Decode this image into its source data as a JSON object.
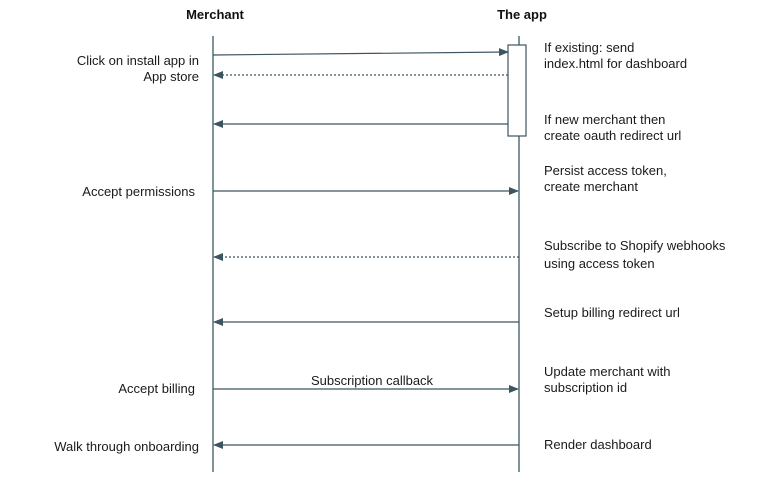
{
  "participants": {
    "merchant": "Merchant",
    "app": "The app"
  },
  "colors": {
    "line": "#3d5561",
    "lifeline": "#4a6470",
    "activation_border": "#3d5561"
  },
  "left_notes": {
    "install": [
      "Click on install app in",
      "App store"
    ],
    "permissions": [
      "Accept permissions"
    ],
    "billing": [
      "Accept billing"
    ],
    "onboarding": [
      "Walk through onboarding"
    ]
  },
  "right_notes": {
    "existing": [
      "If existing: send",
      "index.html for dashboard"
    ],
    "new_merchant": [
      "If new merchant then",
      "create oauth redirect url"
    ],
    "persist": [
      "Persist access token,",
      "create merchant"
    ],
    "webhooks": [
      "Subscribe to Shopify webhooks",
      "using access token"
    ],
    "billing_url": [
      "Setup billing redirect url"
    ],
    "update": [
      "Update merchant with",
      "subscription id"
    ],
    "render": [
      "Render dashboard"
    ]
  },
  "message_labels": {
    "subscription_callback": "Subscription callback"
  }
}
